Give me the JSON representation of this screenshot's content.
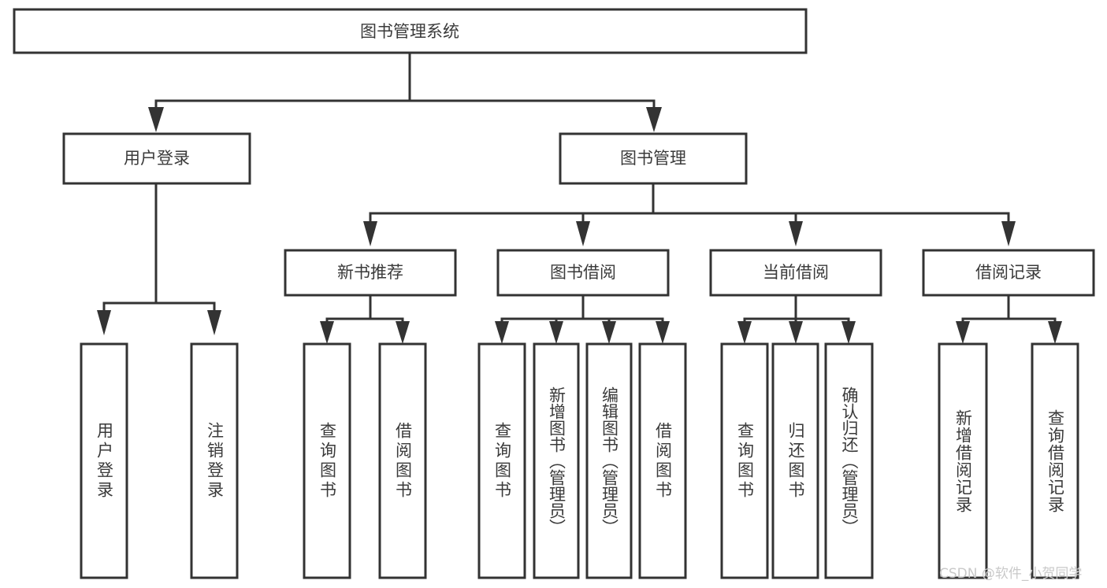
{
  "diagram": {
    "title": "图书管理系统",
    "type": "tree-hierarchy",
    "root": {
      "id": "root",
      "label": "图书管理系统",
      "orientation": "horizontal"
    },
    "level2": [
      {
        "id": "user-login",
        "label": "用户登录",
        "orientation": "horizontal"
      },
      {
        "id": "book-manage",
        "label": "图书管理",
        "orientation": "horizontal"
      }
    ],
    "level3": [
      {
        "id": "new-book-recommend",
        "label": "新书推荐",
        "orientation": "horizontal",
        "parent": "book-manage"
      },
      {
        "id": "book-borrow",
        "label": "图书借阅",
        "orientation": "horizontal",
        "parent": "book-manage"
      },
      {
        "id": "current-borrow",
        "label": "当前借阅",
        "orientation": "horizontal",
        "parent": "book-manage"
      },
      {
        "id": "borrow-record",
        "label": "借阅记录",
        "orientation": "horizontal",
        "parent": "book-manage"
      }
    ],
    "leaves": [
      {
        "id": "leaf-user-login",
        "label": "用户登录",
        "orientation": "vertical",
        "parent": "user-login"
      },
      {
        "id": "leaf-user-logout",
        "label": "注销登录",
        "orientation": "vertical",
        "parent": "user-login"
      },
      {
        "id": "leaf-query-book-1",
        "label": "查询图书",
        "orientation": "vertical",
        "parent": "new-book-recommend"
      },
      {
        "id": "leaf-borrow-book-1",
        "label": "借阅图书",
        "orientation": "vertical",
        "parent": "new-book-recommend"
      },
      {
        "id": "leaf-query-book-2",
        "label": "查询图书",
        "orientation": "vertical",
        "parent": "book-borrow"
      },
      {
        "id": "leaf-add-book",
        "label": "新增图书（管理员）",
        "orientation": "vertical",
        "parent": "book-borrow"
      },
      {
        "id": "leaf-edit-book",
        "label": "编辑图书（管理员）",
        "orientation": "vertical",
        "parent": "book-borrow"
      },
      {
        "id": "leaf-borrow-book-2",
        "label": "借阅图书",
        "orientation": "vertical",
        "parent": "book-borrow"
      },
      {
        "id": "leaf-query-book-3",
        "label": "查询图书",
        "orientation": "vertical",
        "parent": "current-borrow"
      },
      {
        "id": "leaf-return-book",
        "label": "归还图书",
        "orientation": "vertical",
        "parent": "current-borrow"
      },
      {
        "id": "leaf-confirm-return",
        "label": "确认归还（管理员）",
        "orientation": "vertical",
        "parent": "current-borrow"
      },
      {
        "id": "leaf-add-record",
        "label": "新增借阅记录",
        "orientation": "vertical",
        "parent": "borrow-record"
      },
      {
        "id": "leaf-query-record",
        "label": "查询借阅记录",
        "orientation": "vertical",
        "parent": "borrow-record"
      }
    ],
    "colors": {
      "box_fill": "#ffffff",
      "box_stroke": "#333333",
      "text": "#3a3a3a",
      "background": "#ffffff",
      "watermark": "#c9c9c9"
    }
  },
  "watermark": {
    "text": "CSDN @软件_小贺同学"
  }
}
